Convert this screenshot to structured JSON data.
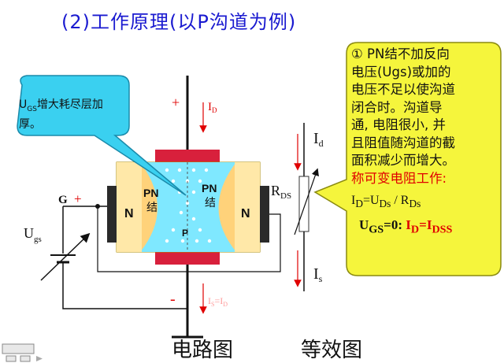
{
  "title": "(2)工作原理(以P沟道为例)",
  "left_callout": {
    "line1_prefix": "U",
    "line1_sub": "GS",
    "line1_rest": "增大耗尽层加",
    "line2": "厚。"
  },
  "circuit": {
    "plus_top": "+",
    "id_label": "I",
    "id_sub": "D",
    "gate_label": "G",
    "gate_plus": "+",
    "n_left": "N",
    "n_right": "N",
    "pn_left_1": "PN",
    "pn_left_2": "结",
    "pn_right_1": "PN",
    "pn_right_2": "结",
    "channel_p": "P",
    "ugs_prefix": "U",
    "ugs_sub": "gs",
    "minus_bottom": "-",
    "is_label": "I",
    "is_sub": "S",
    "is_eq": "=I",
    "is_eq_sub": "D"
  },
  "equivalent": {
    "id_label": "I",
    "id_sub": "d",
    "rds_label": "R",
    "rds_sub": "DS",
    "is_label": "I",
    "is_sub": "s"
  },
  "note": {
    "line1": "① PN结不加反向",
    "line2": "电压(Ugs)或加的",
    "line3": "电压不足以使沟道",
    "line4": "闭合时。沟道导",
    "line5": "通, 电阻很小, 并",
    "line6": "且阻值随沟道的截",
    "line7": "面积减少而增大。",
    "line8": "称可变电阻工作:",
    "f1_a": "I",
    "f1_a_sub": "D",
    "f1_b": "=U",
    "f1_b_sub": "Ds",
    "f1_c": " / R",
    "f1_c_sub": "Ds",
    "f2_a": "U",
    "f2_a_sub": "GS",
    "f2_b": "=0:",
    "f2_c": "I",
    "f2_c_sub": "D",
    "f2_d": "=I",
    "f2_d_sub": "DSS"
  },
  "captions": {
    "circuit": "电路图",
    "equivalent": "等效图"
  },
  "colors": {
    "title": "#1a1ad0",
    "callout_fill": "#f5f53c",
    "left_callout_fill": "#3ad0f0",
    "channel_fill": "#7fe8ff",
    "pn_fill": "#ffd27a",
    "contact_red": "#d8203c",
    "n_fill": "#2a2a2a",
    "arrow_red": "#e00000",
    "accent_red": "#e00000"
  }
}
